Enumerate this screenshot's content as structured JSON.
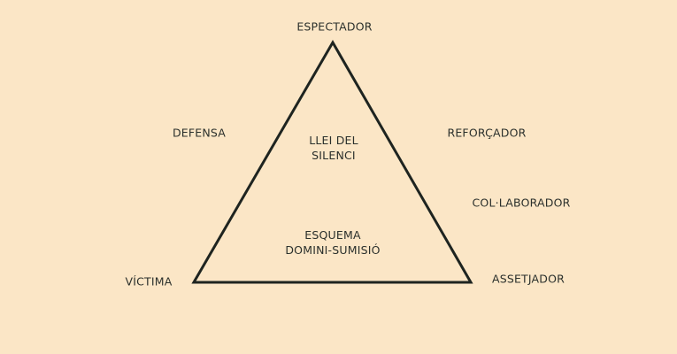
{
  "colors": {
    "background": "#fbe6c6",
    "text": "#2b302c",
    "line": "#1e2420"
  },
  "roles": {
    "top": "ESPECTADOR",
    "bottom_left": "VÍCTIMA",
    "bottom_right": "ASSETJADOR",
    "left": "DEFENSA",
    "right_upper": "REFORÇADOR",
    "right_lower": "COL·LABORADOR"
  },
  "inner": {
    "upper": [
      "LLEI DEL",
      "SILENCI"
    ],
    "lower": [
      "ESQUEMA",
      "DOMINI-SUMISIÓ"
    ]
  }
}
